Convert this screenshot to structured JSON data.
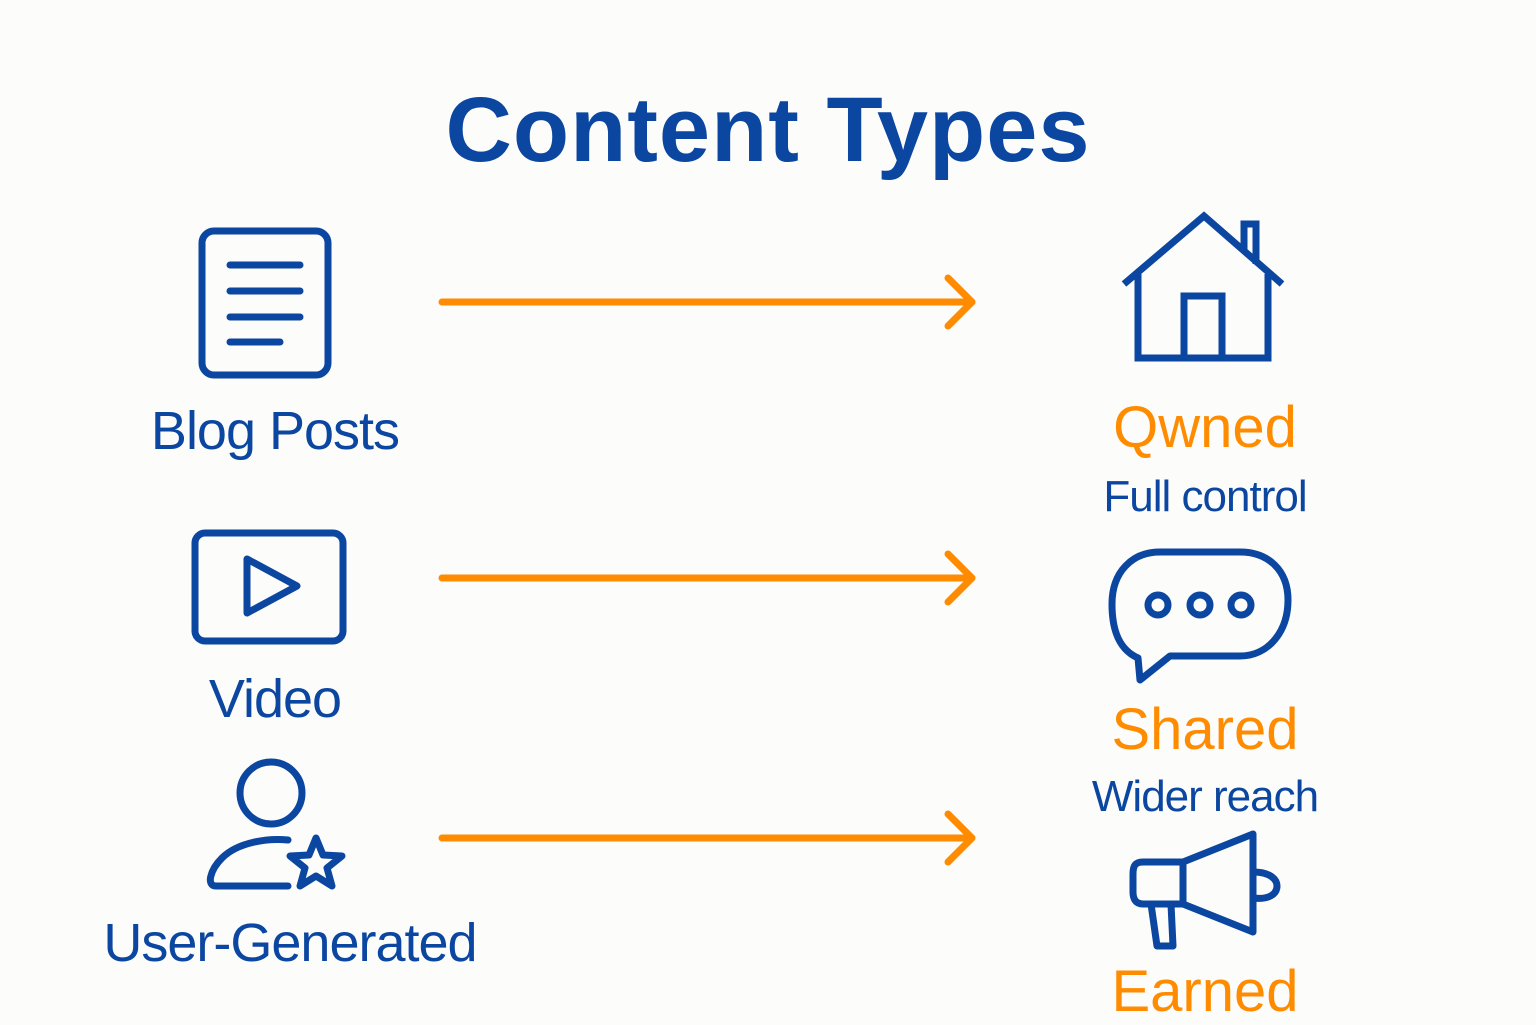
{
  "title": "Content Types",
  "colors": {
    "blue": "#0b46a0",
    "orange": "#ff8c00",
    "background": "#fcfcfa"
  },
  "content_types": [
    {
      "label": "Blog Posts",
      "icon": "document-icon"
    },
    {
      "label": "Video",
      "icon": "video-play-icon"
    },
    {
      "label": "User-Generated",
      "icon": "user-star-icon"
    }
  ],
  "media_types": [
    {
      "label": "Qwned",
      "description": "Full control",
      "icon": "house-icon"
    },
    {
      "label": "Shared",
      "description": "Wider reach",
      "icon": "chat-bubble-icon"
    },
    {
      "label": "Earned",
      "icon": "megaphone-icon"
    }
  ]
}
